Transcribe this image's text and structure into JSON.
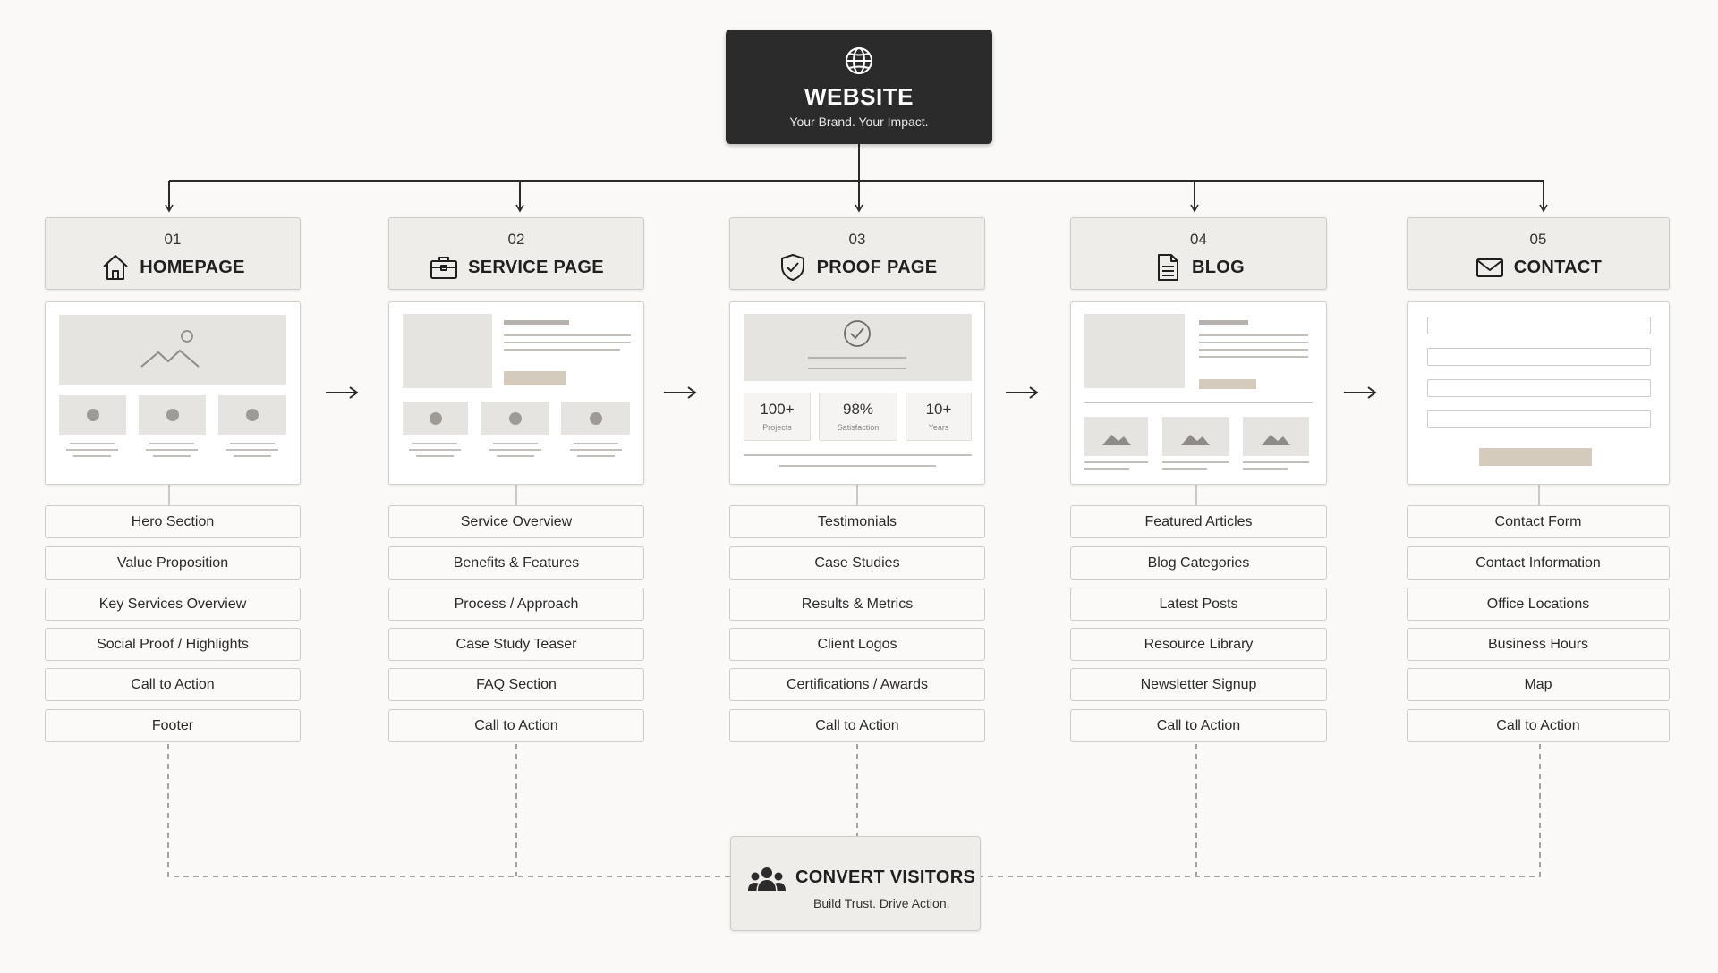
{
  "root": {
    "title": "WEBSITE",
    "subtitle": "Your Brand. Your Impact.",
    "icon": "globe-icon"
  },
  "columns": [
    {
      "number": "01",
      "title": "HOMEPAGE",
      "icon": "house-icon",
      "items": [
        "Hero Section",
        "Value Proposition",
        "Key Services Overview",
        "Social Proof / Highlights",
        "Call to Action",
        "Footer"
      ]
    },
    {
      "number": "02",
      "title": "SERVICE PAGE",
      "icon": "briefcase-icon",
      "items": [
        "Service Overview",
        "Benefits & Features",
        "Process / Approach",
        "Case Study Teaser",
        "FAQ Section",
        "Call to Action"
      ]
    },
    {
      "number": "03",
      "title": "PROOF PAGE",
      "icon": "shield-check-icon",
      "stats": [
        {
          "value": "100+",
          "label": "Projects"
        },
        {
          "value": "98%",
          "label": "Satisfaction"
        },
        {
          "value": "10+",
          "label": "Years"
        }
      ],
      "items": [
        "Testimonials",
        "Case Studies",
        "Results & Metrics",
        "Client Logos",
        "Certifications / Awards",
        "Call to Action"
      ]
    },
    {
      "number": "04",
      "title": "BLOG",
      "icon": "document-icon",
      "items": [
        "Featured Articles",
        "Blog Categories",
        "Latest Posts",
        "Resource Library",
        "Newsletter Signup",
        "Call to Action"
      ]
    },
    {
      "number": "05",
      "title": "CONTACT",
      "icon": "envelope-icon",
      "items": [
        "Contact Form",
        "Contact Information",
        "Office Locations",
        "Business Hours",
        "Map",
        "Call to Action"
      ]
    }
  ],
  "convert": {
    "title": "CONVERT VISITORS",
    "subtitle": "Build Trust. Drive Action.",
    "icon": "people-icon"
  },
  "colors": {
    "dark": "#2b2b2b",
    "panel": "#efedea",
    "line": "#2a2a2a",
    "dashed": "#8a8680",
    "accent_tan": "#d5cbbd"
  }
}
